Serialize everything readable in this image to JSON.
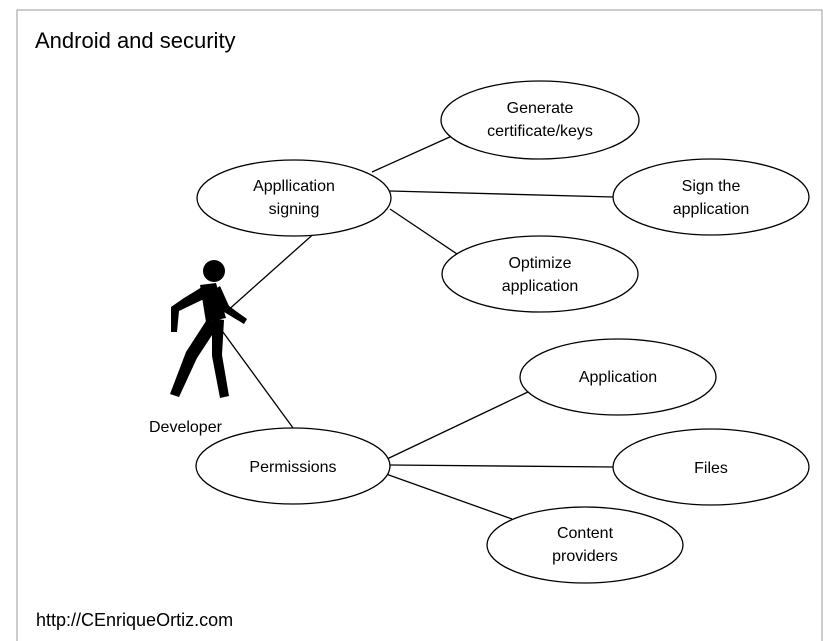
{
  "title": "Android and security",
  "footer": "http://CEnriqueOrtiz.com",
  "actor": {
    "label": "Developer",
    "icon": "walking-person-icon"
  },
  "nodes": {
    "application_signing": {
      "lines": [
        "Appllication",
        "signing"
      ]
    },
    "generate_keys": {
      "lines": [
        "Generate",
        "certificate/keys"
      ]
    },
    "sign_application": {
      "lines": [
        "Sign the",
        "application"
      ]
    },
    "optimize_application": {
      "lines": [
        "Optimize",
        "application"
      ]
    },
    "permissions": {
      "lines": [
        "Permissions"
      ]
    },
    "perm_application": {
      "lines": [
        "Application"
      ]
    },
    "perm_files": {
      "lines": [
        "Files"
      ]
    },
    "perm_content_providers": {
      "lines": [
        "Content",
        "providers"
      ]
    }
  },
  "colors": {
    "stroke": "#000000",
    "background": "#ffffff",
    "frame": "#9a9a9a"
  }
}
